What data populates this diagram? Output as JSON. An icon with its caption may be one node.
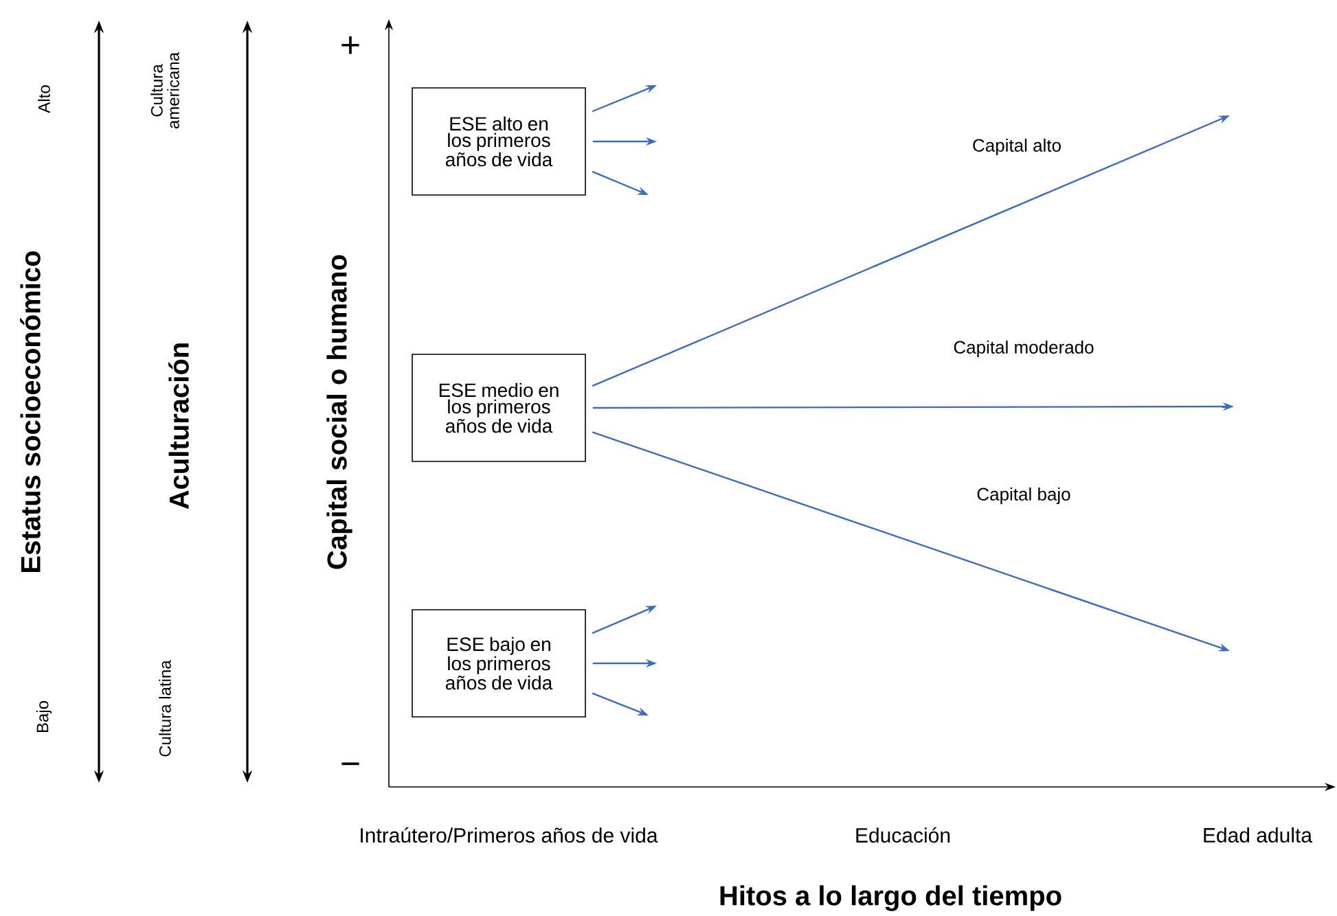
{
  "diagram": {
    "title": "Hitos a lo largo del tiempo",
    "nodes": [
      {
        "text": [
          "ESE alto en los primeros años de vida"
        ]
      },
      {
        "text": [
          "ESE medio en los primeros años de vida"
        ]
      },
      {
        "text": [
          "ESE bajo en los primeros años de vida"
        ]
      }
    ],
    "edges": [
      {
        "from": 0,
        "to": null,
        "arrow": "to"
      },
      {
        "from": 0,
        "to": null,
        "arrow": "to"
      },
      {
        "from": 0,
        "to": null,
        "arrow": "to"
      },
      {
        "from": 1,
        "to": null,
        "arrow": "to",
        "label": "Capital alto"
      },
      {
        "from": 1,
        "to": null,
        "arrow": "to",
        "label": "Capital moderado"
      },
      {
        "from": 1,
        "to": null,
        "arrow": "to",
        "label": "Capital bajo"
      },
      {
        "from": 2,
        "to": null,
        "arrow": "to"
      },
      {
        "from": 2,
        "to": null,
        "arrow": "to"
      },
      {
        "from": 2,
        "to": null,
        "arrow": "to"
      }
    ],
    "labels": [
      "Estatus socioeconómico",
      "Alto",
      "Bajo",
      "Aculturación",
      "Cultura americana",
      "Cultura latina",
      "Capital social o humano",
      "+",
      "−",
      "Intraútero/Primeros años de vida",
      "Educación",
      "Edad adulta"
    ]
  }
}
